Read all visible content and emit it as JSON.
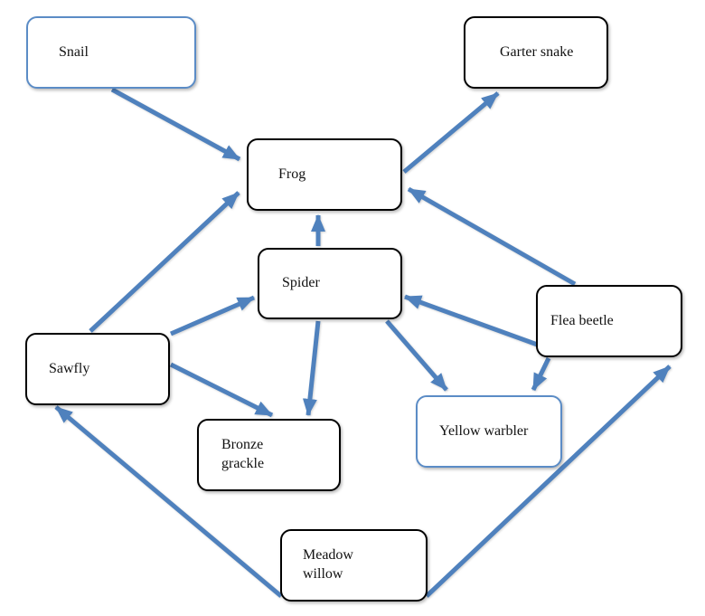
{
  "diagram": {
    "kind": "food-web",
    "colors": {
      "arrow": "#4f81bd",
      "blue_box_border": "#5b8cc6",
      "black_box_border": "#000000",
      "background": "#ffffff",
      "text": "#111111"
    },
    "nodes": [
      {
        "id": "snail",
        "label": "Snail",
        "border": "blue"
      },
      {
        "id": "garter-snake",
        "label": "Garter snake",
        "border": "black"
      },
      {
        "id": "frog",
        "label": "Frog",
        "border": "black"
      },
      {
        "id": "spider",
        "label": "Spider",
        "border": "black"
      },
      {
        "id": "flea-beetle",
        "label": "Flea beetle",
        "border": "black"
      },
      {
        "id": "sawfly",
        "label": "Sawfly",
        "border": "black"
      },
      {
        "id": "bronze-grackle",
        "label": "Bronze grackle",
        "border": "black"
      },
      {
        "id": "yellow-warbler",
        "label": "Yellow warbler",
        "border": "blue"
      },
      {
        "id": "meadow-willow",
        "label": "Meadow willow",
        "border": "black"
      }
    ],
    "edges": [
      {
        "from": "Snail",
        "to": "Frog"
      },
      {
        "from": "Frog",
        "to": "Garter snake"
      },
      {
        "from": "Spider",
        "to": "Frog"
      },
      {
        "from": "Sawfly",
        "to": "Frog"
      },
      {
        "from": "Flea beetle",
        "to": "Frog"
      },
      {
        "from": "Sawfly",
        "to": "Spider"
      },
      {
        "from": "Flea beetle",
        "to": "Spider"
      },
      {
        "from": "Spider",
        "to": "Bronze grackle"
      },
      {
        "from": "Sawfly",
        "to": "Bronze grackle"
      },
      {
        "from": "Spider",
        "to": "Yellow warbler"
      },
      {
        "from": "Flea beetle",
        "to": "Yellow warbler"
      },
      {
        "from": "Meadow willow",
        "to": "Sawfly"
      },
      {
        "from": "Meadow willow",
        "to": "Flea beetle"
      }
    ]
  }
}
